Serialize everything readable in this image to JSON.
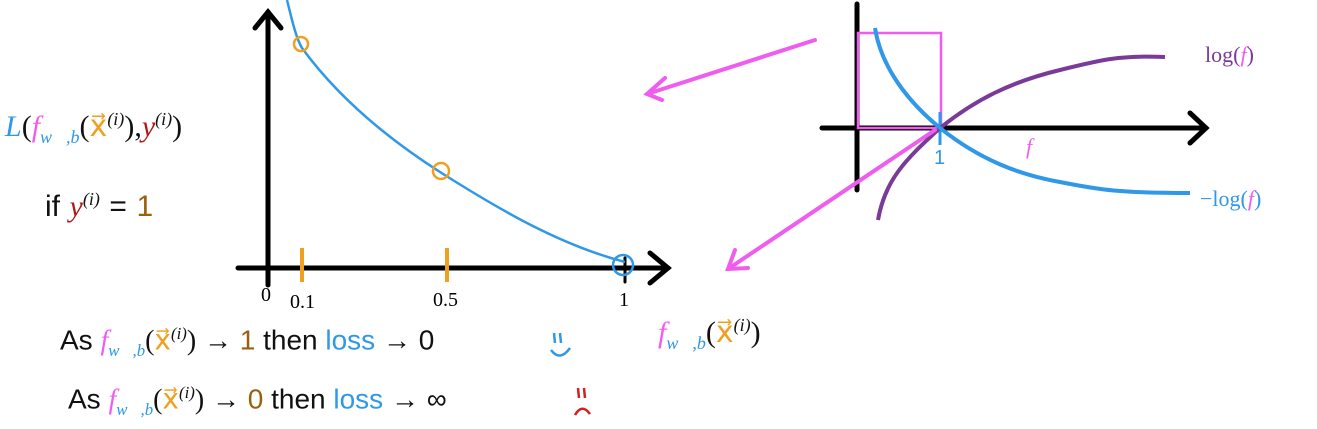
{
  "left_plot": {
    "loss_label": {
      "L": "L",
      "open": "(",
      "f": "f",
      "sub": "w⃗,b",
      "x": "x⃗",
      "sup_i": "(i)",
      "close_inner": ")",
      "comma": ",",
      "y": "y",
      "sup_i2": "(i)",
      "close": ")"
    },
    "condition": {
      "if": "if",
      "y": "y",
      "sup": "(i)",
      "eq": "=",
      "one": "1"
    },
    "ticks": {
      "zero": "0",
      "t1": "0.1",
      "t2": "0.5",
      "t3": "1"
    }
  },
  "statements": [
    {
      "as": "As",
      "f": "f",
      "sub": "w⃗,b",
      "open": "(",
      "x": "x⃗",
      "sup": "(i)",
      "close": ")",
      "arrow": "→",
      "value": "1",
      "then": "then",
      "loss": "loss",
      "arrow2": "→",
      "result": "0",
      "face": "smiley"
    },
    {
      "as": "As",
      "f": "f",
      "sub": "w⃗,b",
      "open": "(",
      "x": "x⃗",
      "sup": "(i)",
      "close": ")",
      "arrow": "→",
      "value": "0",
      "then": "then",
      "loss": "loss",
      "arrow2": "→",
      "result": "∞",
      "face": "frowny"
    }
  ],
  "right_plot": {
    "log_label": {
      "log": "log(",
      "f": "f",
      "close": ")"
    },
    "neglog_label": {
      "log": "−log(",
      "f": "f",
      "close": ")"
    },
    "f_axis_label": "f",
    "one_tick": "1"
  },
  "f_label": {
    "f": "f",
    "sub": "w⃗,b",
    "open": "(",
    "x": "x⃗",
    "sup": "(i)",
    "close": ")"
  },
  "colors": {
    "blue": "#2f98e8",
    "magenta": "#f05cf0",
    "orange": "#f0a020",
    "purple": "#7a3a98",
    "red": "#b01818"
  }
}
